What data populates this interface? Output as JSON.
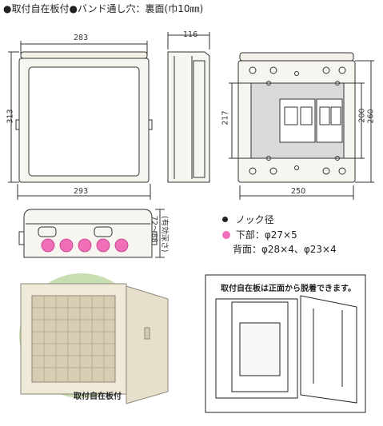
{
  "header": "●取付自在板付●バンド通し穴：裏面(巾10㎜)",
  "front_view": {
    "width_top": "283",
    "height_left": "313",
    "width_bottom": "293"
  },
  "side_view": {
    "depth": "116"
  },
  "inner_view": {
    "h1": "217",
    "h2": "200",
    "h3": "260",
    "width_bottom": "250"
  },
  "bottom_view": {
    "depth_label": "72〜88",
    "depth_note": "(有効深さ)"
  },
  "knockout": {
    "title": "ノック径",
    "bottom_label": "下部：φ27×5",
    "back_label": "背面：φ28×4、φ23×4",
    "dot_color": "#f06fb8"
  },
  "photo_caption": "取付自在板付",
  "detail_caption": "取付自在板は正面から脱着できます。"
}
